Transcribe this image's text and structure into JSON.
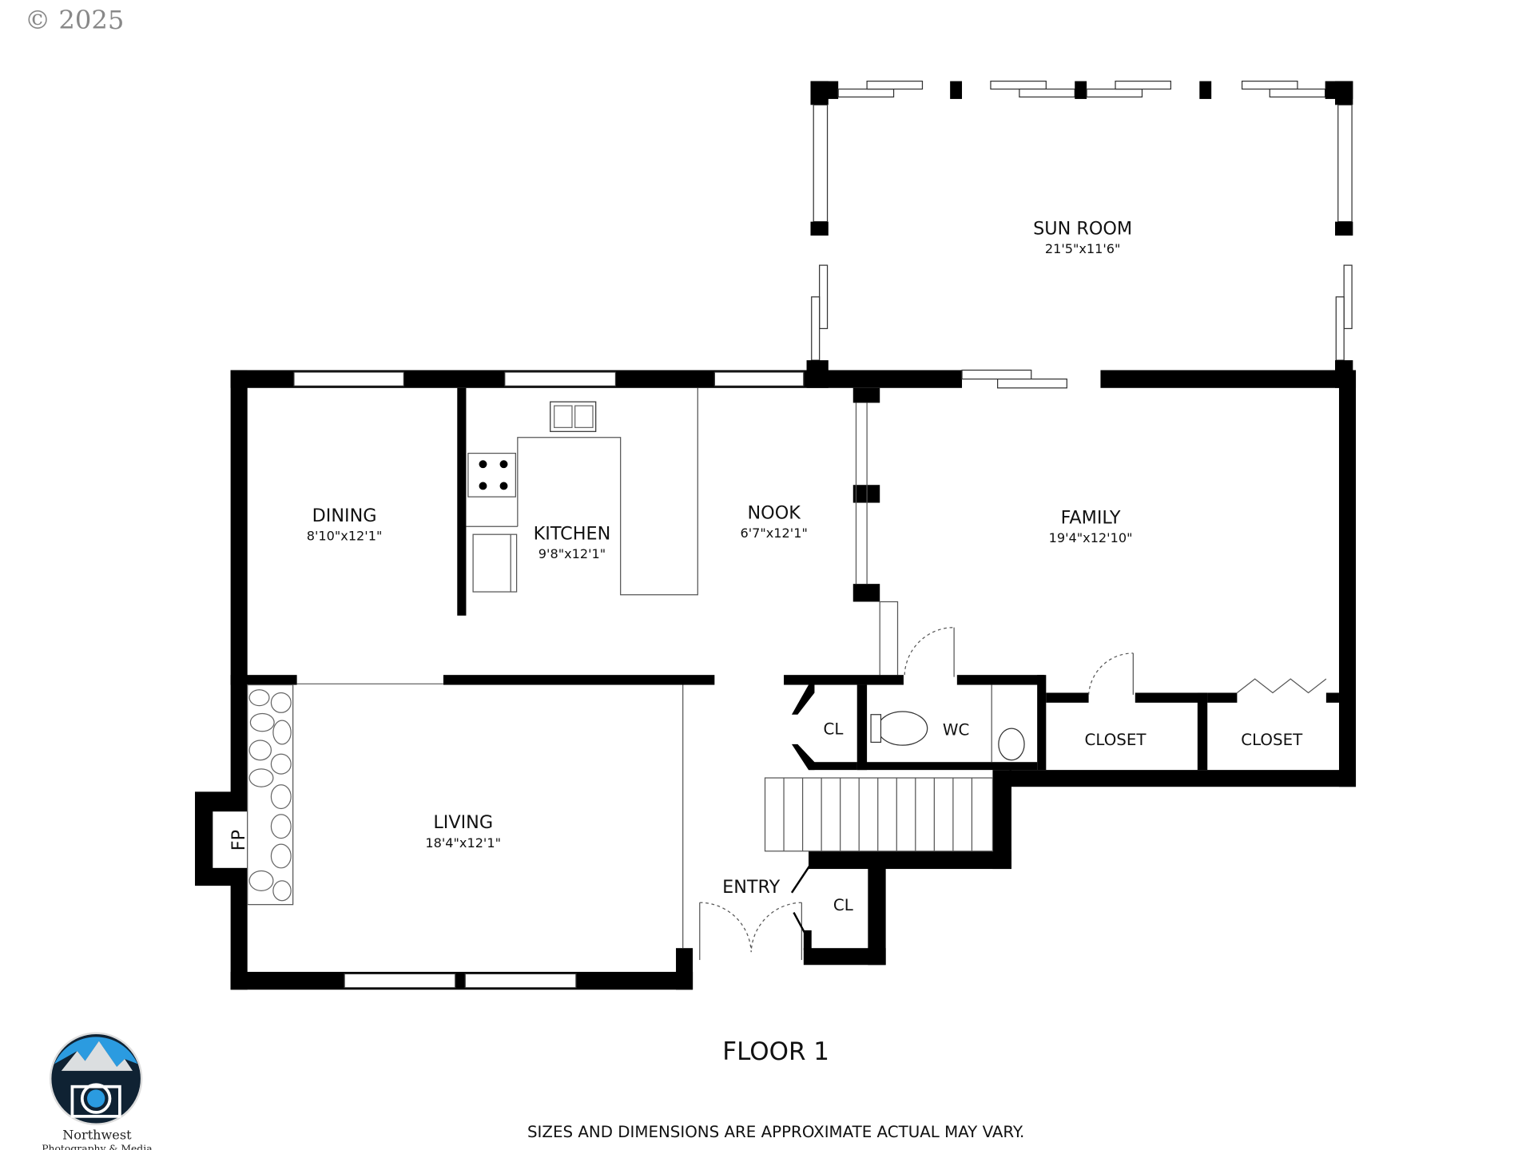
{
  "copyright": "© 2025",
  "floor_title": "FLOOR 1",
  "disclaimer": "SIZES AND DIMENSIONS ARE APPROXIMATE ACTUAL MAY VARY.",
  "brand": {
    "name": "Northwest",
    "tagline": "Photography & Media"
  },
  "rooms": {
    "sun_room": {
      "name": "SUN ROOM",
      "size": "21'5\"x11'6\""
    },
    "dining": {
      "name": "DINING",
      "size": "8'10\"x12'1\""
    },
    "kitchen": {
      "name": "KITCHEN",
      "size": "9'8\"x12'1\""
    },
    "nook": {
      "name": "NOOK",
      "size": "6'7\"x12'1\""
    },
    "family": {
      "name": "FAMILY",
      "size": "19'4\"x12'10\""
    },
    "living": {
      "name": "LIVING",
      "size": "18'4\"x12'1\""
    },
    "cl1": {
      "name": "CL"
    },
    "wc": {
      "name": "WC"
    },
    "closet1": {
      "name": "CLOSET"
    },
    "closet2": {
      "name": "CLOSET"
    },
    "entry": {
      "name": "ENTRY"
    },
    "cl2": {
      "name": "CL"
    },
    "fp": {
      "name": "FP"
    }
  }
}
